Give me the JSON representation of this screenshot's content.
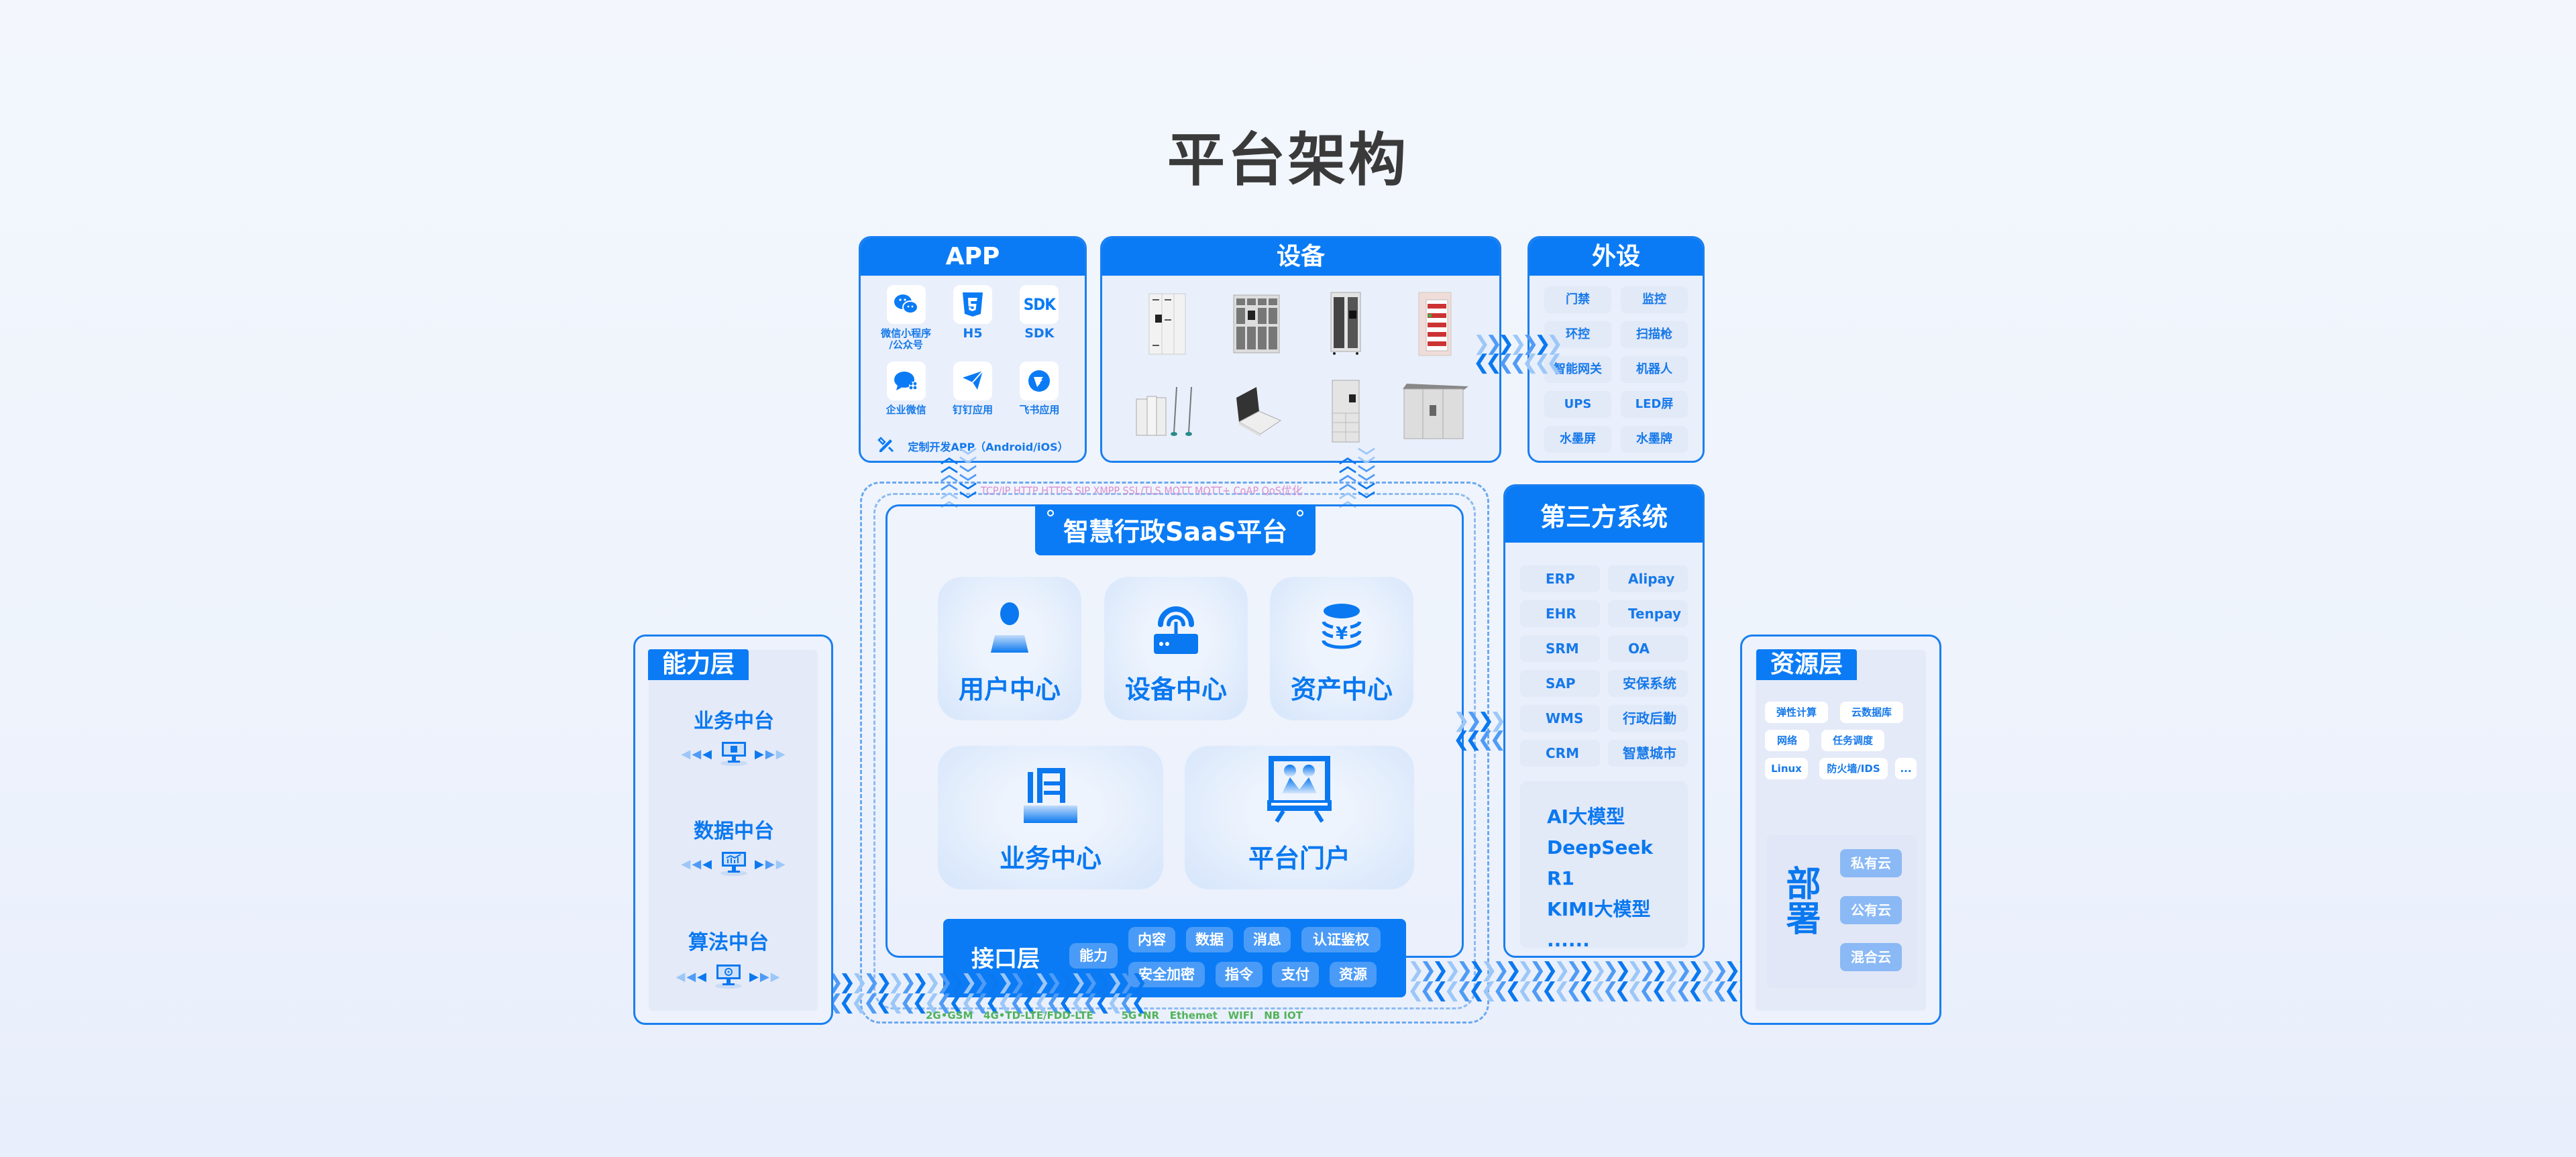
{
  "page": {
    "title": "平台架构"
  },
  "app": {
    "title": "APP",
    "items": [
      {
        "icon": "wechat-icon",
        "label": "微信小程序\n/公众号"
      },
      {
        "icon": "html5-icon",
        "label": "H5"
      },
      {
        "icon": "sdk-icon",
        "label": "SDK"
      },
      {
        "icon": "wecom-icon",
        "label": "企业微信"
      },
      {
        "icon": "dingtalk-icon",
        "label": "钉钉应用"
      },
      {
        "icon": "feishu-icon",
        "label": "飞书应用"
      }
    ],
    "custom": {
      "icon": "design-tools-icon",
      "label": "定制开发APP（Android/iOS）"
    }
  },
  "devices": {
    "title": "设备",
    "items": [
      "locker-cabinet",
      "grid-locker",
      "smart-storage-cabinet",
      "vending-fridge",
      "gateway-with-antennas",
      "toolbox-terminal",
      "file-cabinet",
      "outdoor-locker"
    ]
  },
  "peripherals": {
    "title": "外设",
    "items": [
      "门禁",
      "监控",
      "环控",
      "扫描枪",
      "智能网关",
      "机器人",
      "UPS",
      "LED屏",
      "水墨屏",
      "水墨牌"
    ]
  },
  "protocols": "TCP/IP  HTTP  HTTPS  SIP  XMPP   SSL/TLS  MQTT  MQTT+  CoAP  QoS优化",
  "platform": {
    "title": "智慧行政SaaS平台",
    "centers": [
      {
        "icon": "user-icon",
        "label": "用户中心"
      },
      {
        "icon": "router-icon",
        "label": "设备中心"
      },
      {
        "icon": "coins-yuan-icon",
        "label": "资产中心"
      },
      {
        "icon": "building-icon",
        "label": "业务中心"
      },
      {
        "icon": "presentation-board-icon",
        "label": "平台门户"
      }
    ]
  },
  "interface_layer": {
    "title": "接口层",
    "ability": "能力",
    "row1": [
      "内容",
      "数据",
      "消息",
      "认证鉴权"
    ],
    "row2": [
      "安全加密",
      "指令",
      "支付",
      "资源"
    ]
  },
  "networks": "2G•GSM   4G•TD-LTE/FDD-LTE        5G•NR   Ethemet   WIFI   NB IOT",
  "third_party": {
    "title": "第三方系统",
    "items": [
      "ERP",
      "Alipay",
      "EHR",
      "Tenpay",
      "SRM",
      "OA",
      "SAP",
      "安保系统",
      "WMS",
      "行政后勤",
      "CRM",
      "智慧城市"
    ],
    "ai_models": [
      "AI大模型",
      "DeepSeek R1",
      "KIMI大模型",
      "......"
    ]
  },
  "ability_layer": {
    "title": "能力层",
    "items": [
      {
        "icon": "business-monitor-icon",
        "label": "业务中台"
      },
      {
        "icon": "data-monitor-icon",
        "label": "数据中台"
      },
      {
        "icon": "algorithm-monitor-icon",
        "label": "算法中台"
      }
    ]
  },
  "resource_layer": {
    "title": "资源层",
    "items": [
      "弹性计算",
      "云数据库",
      "网络",
      "任务调度",
      "Linux",
      "防火墙/IDS",
      "..."
    ],
    "deploy_title": "部署",
    "deploy_options": [
      "私有云",
      "公有云",
      "混合云"
    ]
  },
  "colors": {
    "primary": "#0a7bf5",
    "panel_bg": "#e9effb",
    "title": "#3a3a3a",
    "protocol_text": "#d88fd0",
    "network_text": "#52b25a"
  }
}
